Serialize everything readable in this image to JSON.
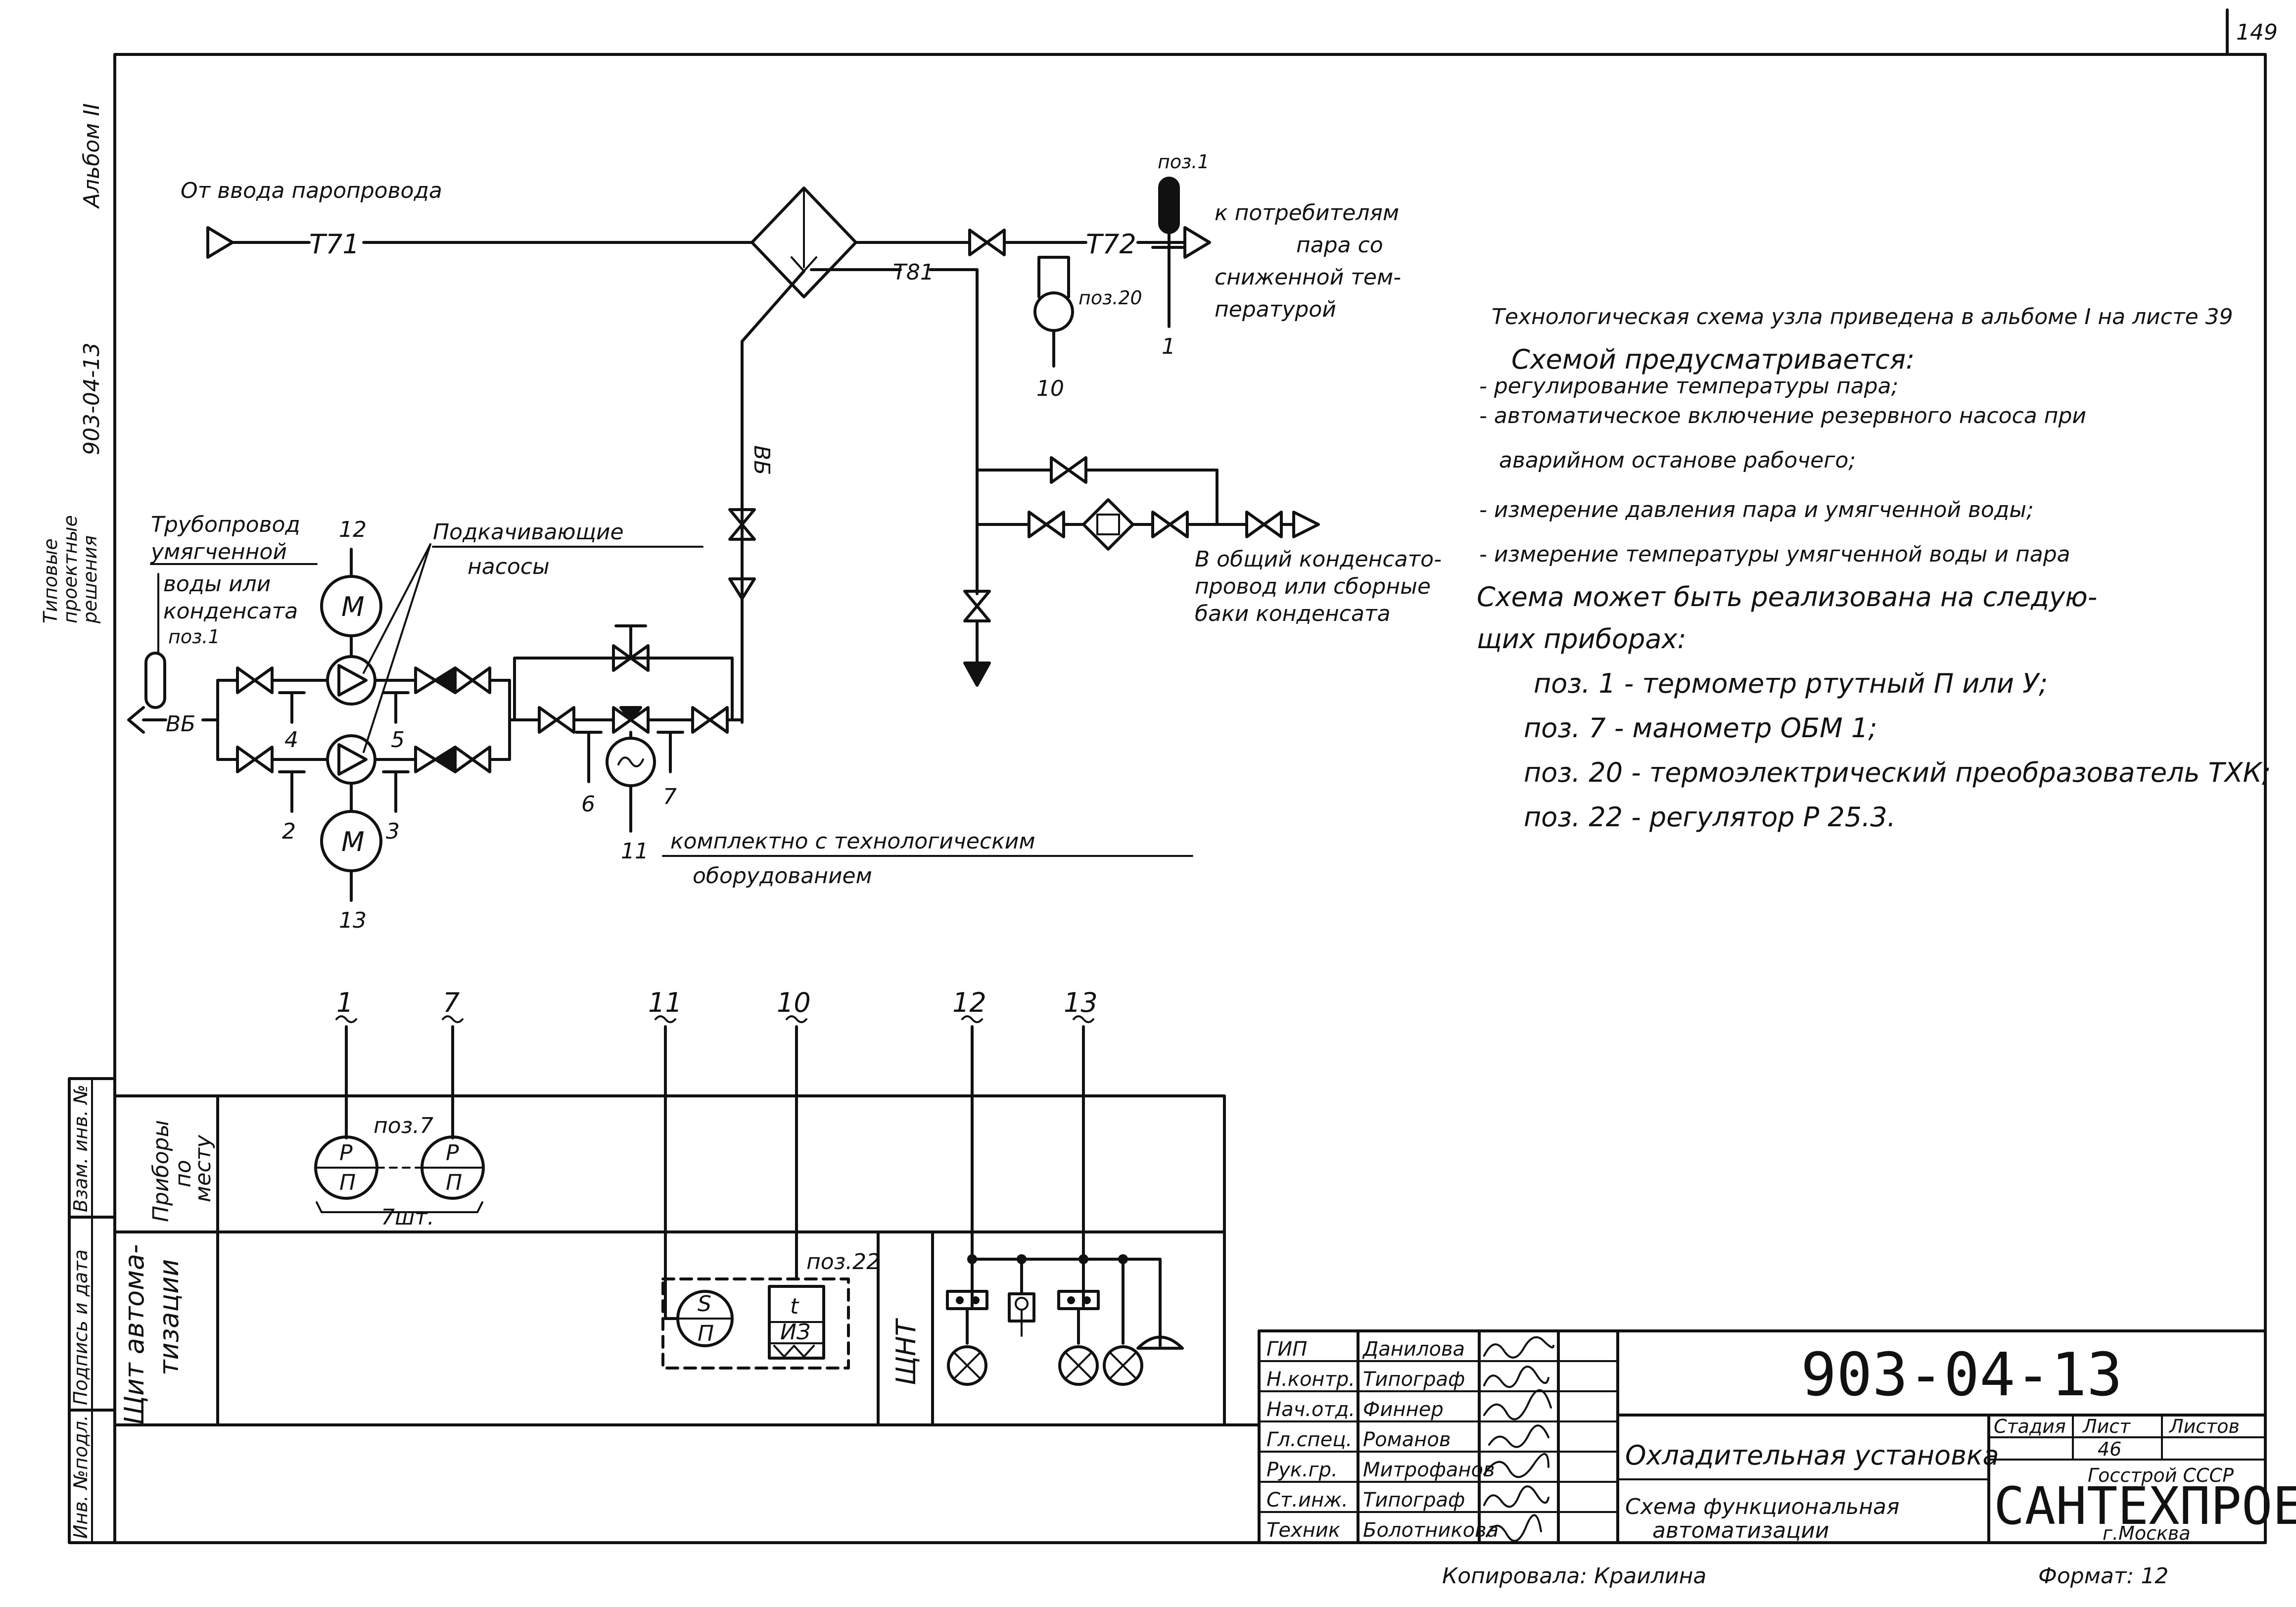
{
  "page_number": "149",
  "side_margin": {
    "album": "Альбом II",
    "code": "903-04-13",
    "series": [
      "Типовые",
      "проектные",
      "решения"
    ]
  },
  "left_stamp": [
    "Инв. №подл.",
    "Подпись и дата",
    "Взам. инв. №"
  ],
  "scheme": {
    "inlet_label": "От ввода паропровода",
    "t71": "Т71",
    "t72": "Т72",
    "t81": "Т81",
    "bb": "ВБ",
    "consumer_label": [
      "к потребителям",
      "пара со",
      "сниженной тем-",
      "пературой"
    ],
    "poz1_top": "поз.1",
    "poz20": "поз.20",
    "pipeline_label": [
      "Трубопровод",
      "умягченной",
      "воды или",
      "конденсата",
      "поз.1"
    ],
    "pumps_label": [
      "Подкачивающие",
      "насосы"
    ],
    "condensate_label": [
      "В общий конденсато-",
      "провод или сборные",
      "баки конденсата"
    ],
    "complete_label": [
      "комплектно с технологическим",
      "оборудованием"
    ],
    "motor_symbol": "М",
    "pos_numbers": {
      "n1": "1",
      "n2": "2",
      "n3": "3",
      "n4": "4",
      "n5": "5",
      "n6": "6",
      "n7": "7",
      "n10": "10",
      "n11": "11",
      "n12": "12",
      "n13": "13"
    }
  },
  "notes": {
    "tech_scheme": "Технологическая схема узла приведена в альбоме I на листе 39",
    "provides_title": "Схемой предусматривается:",
    "items": [
      "- регулирование температуры пара;",
      "- автоматическое включение резервного насоса при",
      "аварийном останове рабочего;",
      "- измерение давления пара и умягченной воды;",
      "- измерение температуры умягченной воды и пара"
    ],
    "implement": [
      "Схема может быть реализована на следую-",
      "щих приборах:"
    ],
    "devices": [
      "поз. 1 - термометр ртутный П или У;",
      "поз. 7 - манометр ОБМ 1;",
      "поз. 20 - термоэлектрический преобразователь ТХК;",
      "поз. 22 - регулятор Р 25.3."
    ]
  },
  "panel": {
    "bus_numbers": [
      "1",
      "7",
      "11",
      "10",
      "12",
      "13"
    ],
    "local_label": [
      "Приборы",
      "по",
      "месту"
    ],
    "shield_label": [
      "Щит автома-",
      "тизации"
    ],
    "sht": "ЩНТ",
    "gauge_top": "Р",
    "gauge_bottom": "П",
    "poz7": "поз.7",
    "qty": "7шт.",
    "poz22": "поз.22",
    "s_top": "S",
    "s_bottom": "П",
    "t_top": "t",
    "t_bottom": "ИЗ"
  },
  "title_block": {
    "roles": [
      "ГИП",
      "Н.контр.",
      "Нач.отд.",
      "Гл.спец.",
      "Рук.гр.",
      "Ст.инж.",
      "Техник"
    ],
    "names": [
      "Данилова",
      "Типограф",
      "Финнер",
      "Романов",
      "Митрофанов",
      "Типограф",
      "Болотникова"
    ],
    "doc_code": "903-04-13",
    "title": "Охладительная установка",
    "subtitle": [
      "Схема функциональная",
      "автоматизации"
    ],
    "stage_h": "Стадия",
    "sheet_h": "Лист",
    "sheets_h": "Листов",
    "sheet_no": "46",
    "org_top": "Госстрой СССР",
    "org": "САНТЕХПРОЕКТ",
    "org_city": "г.Москва"
  },
  "footer": {
    "copied": "Копировала: Краилина",
    "format": "Формат: 12"
  }
}
